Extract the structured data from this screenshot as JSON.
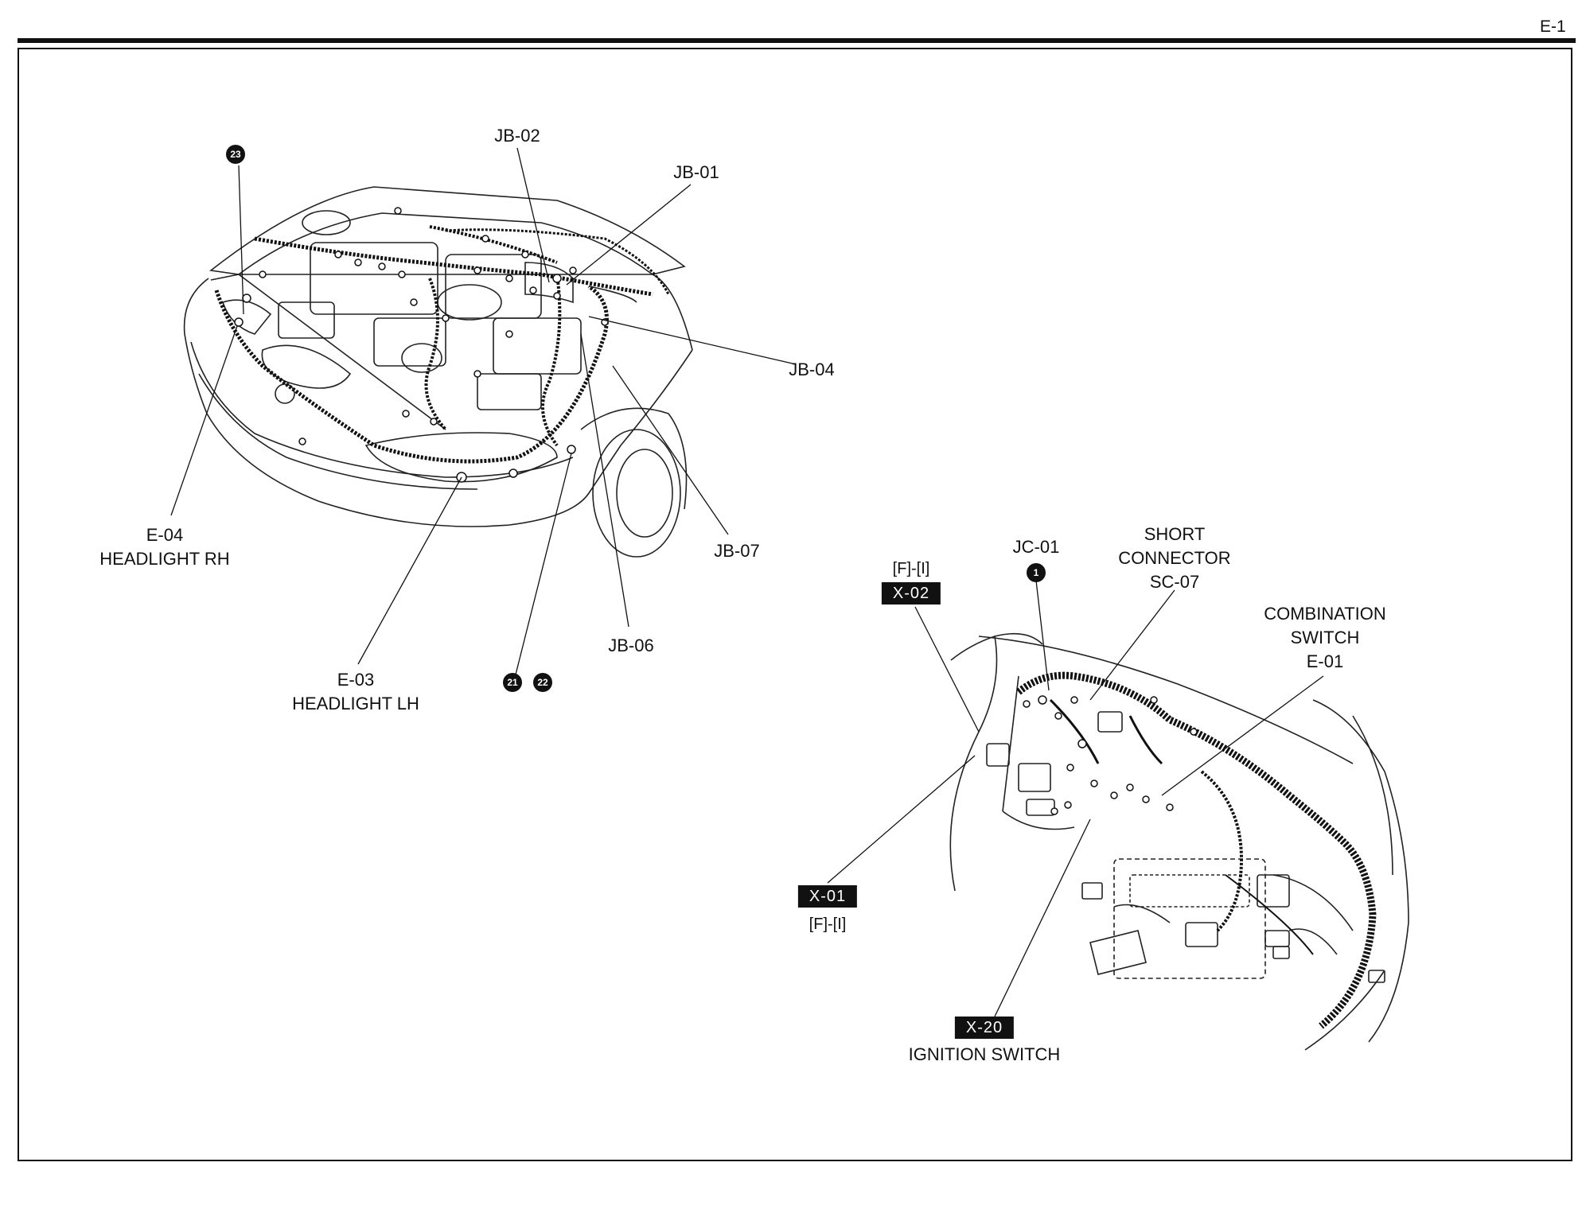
{
  "page_number": "E-1",
  "engine_view": {
    "labels": {
      "jb02": "JB-02",
      "jb01": "JB-01",
      "jb04": "JB-04",
      "jb07": "JB-07",
      "jb06": "JB-06",
      "e04": {
        "code": "E-04",
        "name": "HEADLIGHT RH"
      },
      "e03": {
        "code": "E-03",
        "name": "HEADLIGHT LH"
      }
    },
    "ground_refs": {
      "g23": "23",
      "g21": "21",
      "g22": "22"
    }
  },
  "dash_view": {
    "labels": {
      "jc01": "JC-01",
      "short_connector": {
        "line1": "SHORT",
        "line2": "CONNECTOR",
        "code": "SC-07"
      },
      "combination_switch": {
        "line1": "COMBINATION",
        "line2": "SWITCH",
        "code": "E-01"
      }
    },
    "ground_refs": {
      "g1": "1"
    },
    "tags": {
      "x02": {
        "code": "X-02",
        "range": "[F]-[I]"
      },
      "x01": {
        "code": "X-01",
        "range": "[F]-[I]"
      },
      "x20": {
        "code": "X-20",
        "name": "IGNITION SWITCH"
      }
    }
  }
}
